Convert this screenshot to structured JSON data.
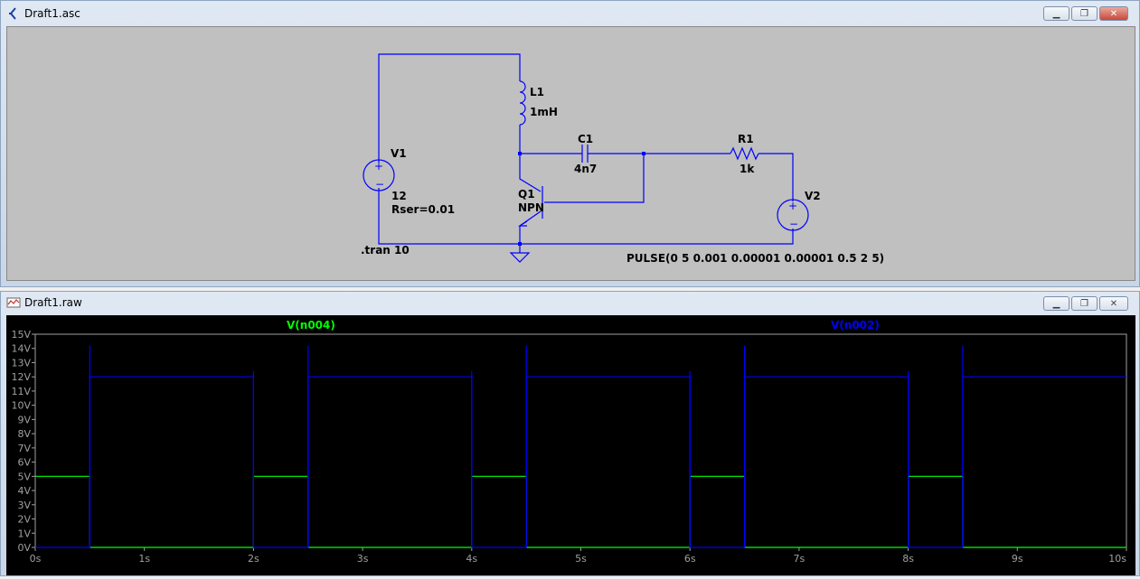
{
  "schematic_window": {
    "title": "Draft1.asc",
    "components": {
      "v1_name": "V1",
      "v1_value": "12",
      "v1_rser": "Rser=0.01",
      "l1_name": "L1",
      "l1_value": "1mH",
      "c1_name": "C1",
      "c1_value": "4n7",
      "r1_name": "R1",
      "r1_value": "1k",
      "q1_name": "Q1",
      "q1_type": "NPN",
      "v2_name": "V2",
      "v2_value": "PULSE(0 5 0.001 0.00001 0.00001 0.5 2 5)",
      "directive": ".tran 10"
    }
  },
  "waveform_window": {
    "title": "Draft1.raw"
  },
  "colors": {
    "wire": "#0000ff",
    "trace_n004": "#00ff00",
    "trace_n002": "#0000ff",
    "plot_bg": "#000000",
    "axis": "#a0a0a0"
  },
  "chart_data": {
    "type": "line",
    "x": [
      0,
      0.5,
      0.5,
      2,
      2,
      2.5,
      2.5,
      4,
      4,
      4.5,
      4.5,
      6,
      6,
      6.5,
      6.5,
      8,
      8,
      8.5,
      8.5,
      10
    ],
    "series": [
      {
        "name": "V(n004)",
        "color": "#00ff00",
        "values": [
          5,
          5,
          0,
          0,
          5,
          5,
          0,
          0,
          5,
          5,
          0,
          0,
          5,
          5,
          0,
          0,
          5,
          5,
          0,
          0
        ]
      },
      {
        "name": "V(n002)",
        "color": "#0000ff",
        "values": [
          0,
          0,
          12,
          12,
          0,
          0,
          12,
          12,
          0,
          0,
          12,
          12,
          0,
          0,
          12,
          12,
          0,
          0,
          12,
          12
        ]
      }
    ],
    "spikes_n002": [
      {
        "x": 0.5,
        "y": 14.2
      },
      {
        "x": 2,
        "y": 12.4
      },
      {
        "x": 2.5,
        "y": 14.2
      },
      {
        "x": 4,
        "y": 12.4
      },
      {
        "x": 4.5,
        "y": 14.2
      },
      {
        "x": 6,
        "y": 12.4
      },
      {
        "x": 6.5,
        "y": 14.2
      },
      {
        "x": 8,
        "y": 12.4
      },
      {
        "x": 8.5,
        "y": 14.2
      }
    ],
    "xlim": [
      0,
      10
    ],
    "ylim": [
      0,
      15
    ],
    "x_ticks": [
      "0s",
      "1s",
      "2s",
      "3s",
      "4s",
      "5s",
      "6s",
      "7s",
      "8s",
      "9s",
      "10s"
    ],
    "y_ticks": [
      "0V",
      "1V",
      "2V",
      "3V",
      "4V",
      "5V",
      "6V",
      "7V",
      "8V",
      "9V",
      "10V",
      "11V",
      "12V",
      "13V",
      "14V",
      "15V"
    ],
    "grid": false
  }
}
